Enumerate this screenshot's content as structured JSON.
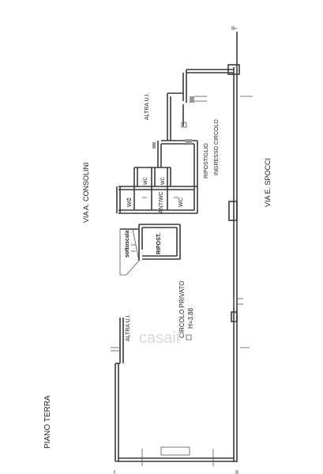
{
  "floor_title": "PIANO TERRA",
  "streets": {
    "left": "VIA A. CONSOLINI",
    "right": "VIA E. SPOCCI"
  },
  "rooms": {
    "altra_ui_top": "ALTRA U.I.",
    "ingresso": "INGRESSO CIRCOLO",
    "ripostiglio": "RIPOSTIGLIO",
    "wc_1": "WC",
    "wc_2": "WC",
    "wc_3": "WC",
    "wc_4": "WC",
    "antiwc": "ANTIWC",
    "sottoscala": "sottoscala",
    "ripost": "RIPOST.",
    "circolo_line1": "CIRCOLO PRIVATO",
    "circolo_line2": "H=3,88",
    "altra_ui_bottom": "ALTRA U.I."
  },
  "section_marks": {
    "bottom_left": "I",
    "bottom_right": "II",
    "top_right": "II"
  },
  "watermark": "casait"
}
